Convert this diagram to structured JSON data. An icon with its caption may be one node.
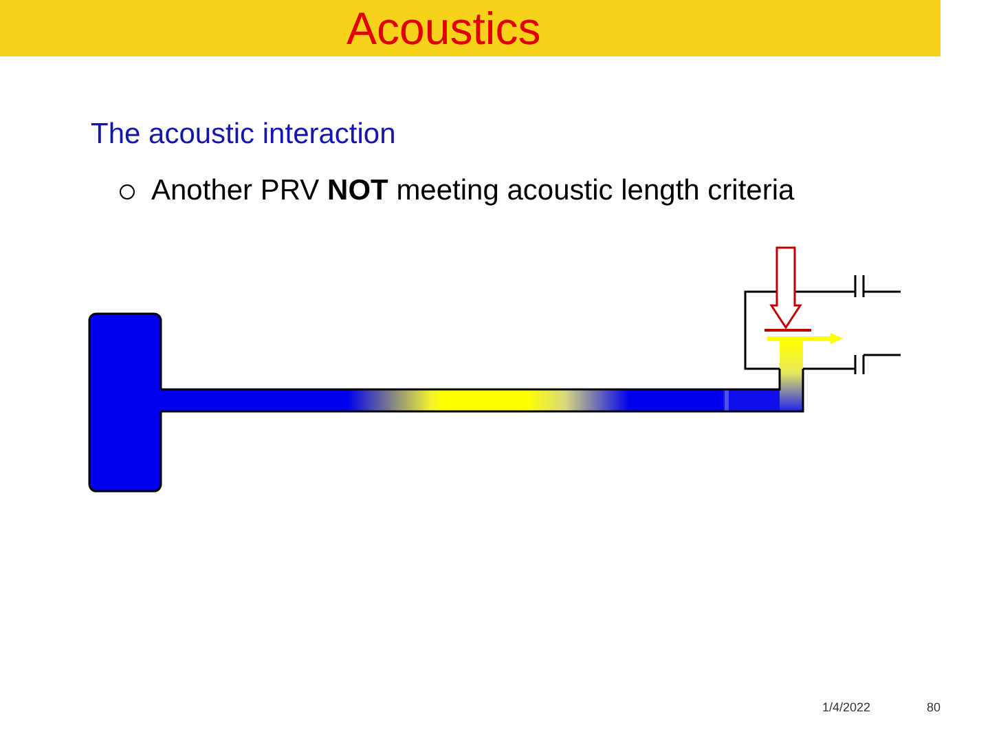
{
  "diagram": {
    "title": "Acoustics",
    "labels": [
      "The acoustic interaction",
      "Another PRV **NOT** meeting acoustic length criteria",
      "1/4/2022",
      "80"
    ]
  }
}
